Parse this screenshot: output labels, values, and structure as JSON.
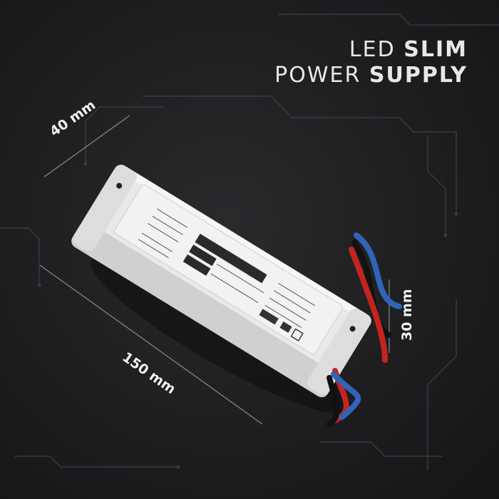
{
  "title": {
    "word1": "LED",
    "word2": "SLIM",
    "word3": "POWER",
    "word4": "SUPPLY"
  },
  "dimensions": {
    "width": "40 mm",
    "length": "150 mm",
    "height": "30 mm"
  },
  "colors": {
    "background": "#1c1c1e",
    "title_text": "#e8e8e8",
    "housing": "#e9eae8",
    "wire_blue": "#2f64b8",
    "wire_red": "#c42420",
    "wire_black": "#111111"
  }
}
